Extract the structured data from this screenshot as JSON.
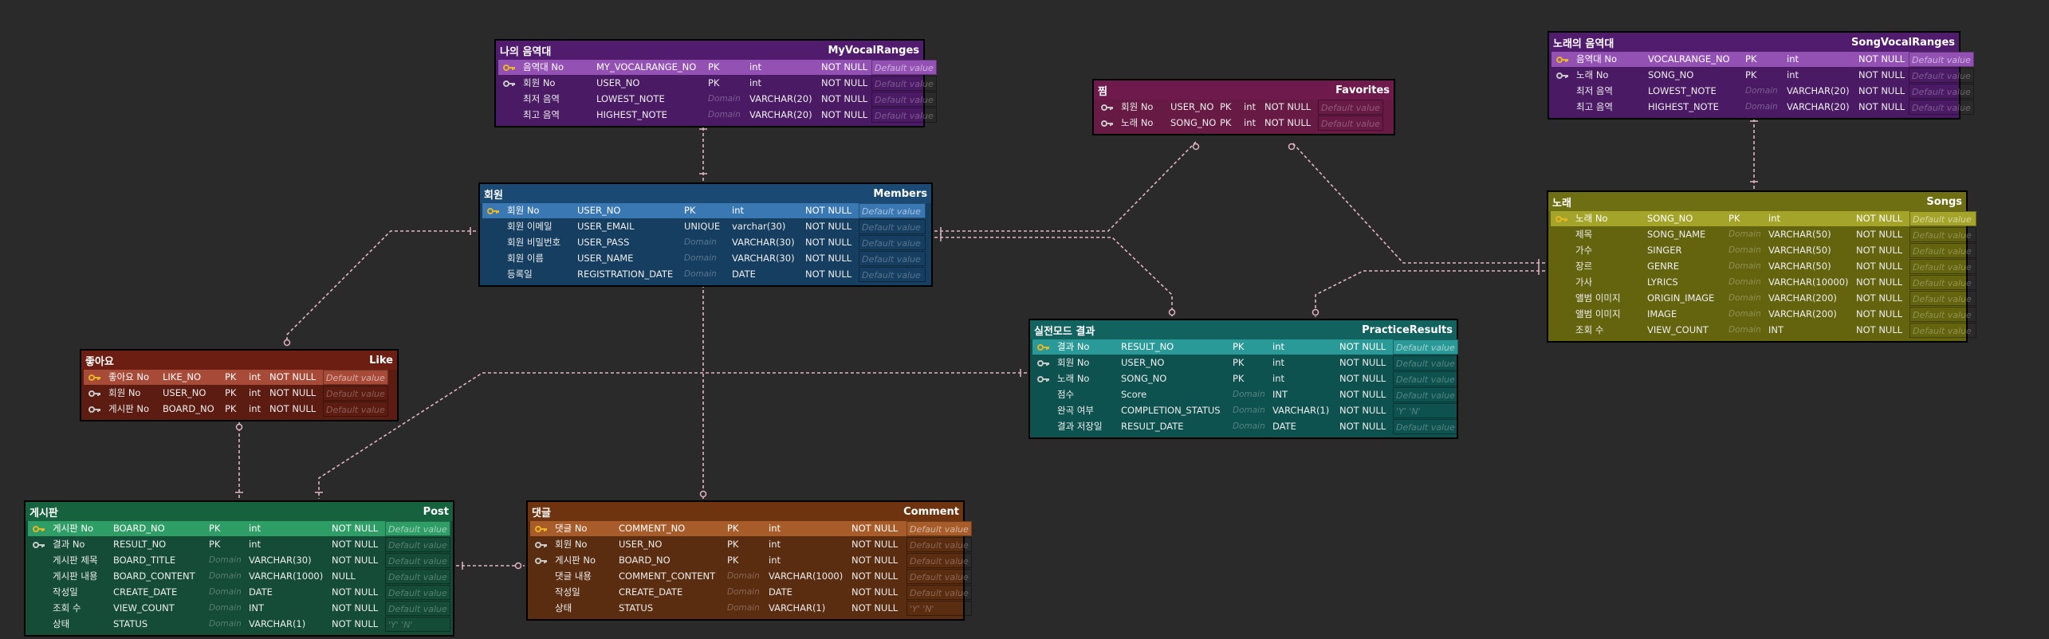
{
  "colors": {
    "purple": {
      "bg": "#4a1a64",
      "header": "#521c6e",
      "pk": "#9451b4",
      "row": "#5a2a72"
    },
    "magenta": {
      "bg": "#661a44",
      "header": "#6e1a4c",
      "pk": "#8e3462",
      "row": "#722a52"
    },
    "blue": {
      "bg": "#163e60",
      "header": "#1a4a74",
      "pk": "#3a78b4",
      "row": "#1e4b70"
    },
    "olive": {
      "bg": "#64640f",
      "header": "#6e6e12",
      "pk": "#a4a42a",
      "row": "#707016"
    },
    "teal": {
      "bg": "#0e5250",
      "header": "#126260",
      "pk": "#2a9a98",
      "row": "#156260"
    },
    "red": {
      "bg": "#5c1c12",
      "header": "#6c1e12",
      "pk": "#a84a38",
      "row": "#682418"
    },
    "green": {
      "bg": "#144c38",
      "header": "#16623e",
      "pk": "#2e9e66",
      "row": "#185a40"
    },
    "brown": {
      "bg": "#5a2c10",
      "header": "#6e3410",
      "pk": "#a85c2a",
      "row": "#6a3a18"
    },
    "link": "#e2b4c4"
  },
  "entities": [
    {
      "id": "myvocal",
      "kor": "나의 음역대",
      "eng": "MyVocalRanges",
      "color": "purple",
      "rows": [
        {
          "key": "pk-key",
          "name": "음역대 No",
          "col": "MY_VOCALRANGE_NO",
          "cons": "PK",
          "type": "int",
          "nn": "NOT NULL",
          "def": "Default value"
        },
        {
          "key": "fk-key",
          "name": "회원 No",
          "col": "USER_NO",
          "cons": "PK",
          "type": "int",
          "nn": "NOT NULL",
          "def": "Default value"
        },
        {
          "key": "",
          "name": "최저 음역",
          "col": "LOWEST_NOTE",
          "cons": "Domain",
          "type": "VARCHAR(20)",
          "nn": "NOT NULL",
          "def": "Default value"
        },
        {
          "key": "",
          "name": "최고 음역",
          "col": "HIGHEST_NOTE",
          "cons": "Domain",
          "type": "VARCHAR(20)",
          "nn": "NOT NULL",
          "def": "Default value"
        }
      ]
    },
    {
      "id": "favorites",
      "kor": "찜",
      "eng": "Favorites",
      "color": "magenta",
      "rows": [
        {
          "key": "fk-key",
          "name": "회원 No",
          "col": "USER_NO",
          "cons": "PK",
          "type": "int",
          "nn": "NOT NULL",
          "def": "Default value"
        },
        {
          "key": "fk-key",
          "name": "노래 No",
          "col": "SONG_NO",
          "cons": "PK",
          "type": "int",
          "nn": "NOT NULL",
          "def": "Default value"
        }
      ]
    },
    {
      "id": "songvocal",
      "kor": "노래의 음역대",
      "eng": "SongVocalRanges",
      "color": "purple",
      "rows": [
        {
          "key": "pk-key",
          "name": "음역대 No",
          "col": "VOCALRANGE_NO",
          "cons": "PK",
          "type": "int",
          "nn": "NOT NULL",
          "def": "Default value"
        },
        {
          "key": "fk-key",
          "name": "노래 No",
          "col": "SONG_NO",
          "cons": "PK",
          "type": "int",
          "nn": "NOT NULL",
          "def": "Default value"
        },
        {
          "key": "",
          "name": "최저 음역",
          "col": "LOWEST_NOTE",
          "cons": "Domain",
          "type": "VARCHAR(20)",
          "nn": "NOT NULL",
          "def": "Default value"
        },
        {
          "key": "",
          "name": "최고 음역",
          "col": "HIGHEST_NOTE",
          "cons": "Domain",
          "type": "VARCHAR(20)",
          "nn": "NOT NULL",
          "def": "Default value"
        }
      ]
    },
    {
      "id": "members",
      "kor": "회원",
      "eng": "Members",
      "color": "blue",
      "rows": [
        {
          "key": "pk-key",
          "name": "회원 No",
          "col": "USER_NO",
          "cons": "PK",
          "type": "int",
          "nn": "NOT NULL",
          "def": "Default value"
        },
        {
          "key": "",
          "name": "회원 이메일",
          "col": "USER_EMAIL",
          "cons": "UNIQUE",
          "type": "varchar(30)",
          "nn": "NOT NULL",
          "def": "Default value"
        },
        {
          "key": "",
          "name": "회원 비밀번호",
          "col": "USER_PASS",
          "cons": "Domain",
          "type": "VARCHAR(30)",
          "nn": "NOT NULL",
          "def": "Default value"
        },
        {
          "key": "",
          "name": "회원 이름",
          "col": "USER_NAME",
          "cons": "Domain",
          "type": "VARCHAR(30)",
          "nn": "NOT NULL",
          "def": "Default value"
        },
        {
          "key": "",
          "name": "등록일",
          "col": "REGISTRATION_DATE",
          "cons": "Domain",
          "type": "DATE",
          "nn": "NOT NULL",
          "def": "Default value"
        }
      ]
    },
    {
      "id": "songs",
      "kor": "노래",
      "eng": "Songs",
      "color": "olive",
      "rows": [
        {
          "key": "pk-key",
          "name": "노래 No",
          "col": "SONG_NO",
          "cons": "PK",
          "type": "int",
          "nn": "NOT NULL",
          "def": "Default value"
        },
        {
          "key": "",
          "name": "제목",
          "col": "SONG_NAME",
          "cons": "Domain",
          "type": "VARCHAR(50)",
          "nn": "NOT NULL",
          "def": "Default value"
        },
        {
          "key": "",
          "name": "가수",
          "col": "SINGER",
          "cons": "Domain",
          "type": "VARCHAR(50)",
          "nn": "NOT NULL",
          "def": "Default value"
        },
        {
          "key": "",
          "name": "장르",
          "col": "GENRE",
          "cons": "Domain",
          "type": "VARCHAR(50)",
          "nn": "NOT NULL",
          "def": "Default value"
        },
        {
          "key": "",
          "name": "가사",
          "col": "LYRICS",
          "cons": "Domain",
          "type": "VARCHAR(10000)",
          "nn": "NOT NULL",
          "def": "Default value"
        },
        {
          "key": "",
          "name": "앨범 이미지",
          "col": "ORIGIN_IMAGE",
          "cons": "Domain",
          "type": "VARCHAR(200)",
          "nn": "NOT NULL",
          "def": "Default value"
        },
        {
          "key": "",
          "name": "앨범 이미지",
          "col": "IMAGE",
          "cons": "Domain",
          "type": "VARCHAR(200)",
          "nn": "NOT NULL",
          "def": "Default value"
        },
        {
          "key": "",
          "name": "조회 수",
          "col": "VIEW_COUNT",
          "cons": "Domain",
          "type": "INT",
          "nn": "NOT NULL",
          "def": "Default value"
        }
      ]
    },
    {
      "id": "practice",
      "kor": "실전모드 결과",
      "eng": "PracticeResults",
      "color": "teal",
      "rows": [
        {
          "key": "pk-key",
          "name": "결과 No",
          "col": "RESULT_NO",
          "cons": "PK",
          "type": "int",
          "nn": "NOT NULL",
          "def": "Default value"
        },
        {
          "key": "fk-key",
          "name": "회원 No",
          "col": "USER_NO",
          "cons": "PK",
          "type": "int",
          "nn": "NOT NULL",
          "def": "Default value"
        },
        {
          "key": "fk-key",
          "name": "노래 No",
          "col": "SONG_NO",
          "cons": "PK",
          "type": "int",
          "nn": "NOT NULL",
          "def": "Default value"
        },
        {
          "key": "",
          "name": "점수",
          "col": "Score",
          "cons": "Domain",
          "type": "INT",
          "nn": "NOT NULL",
          "def": "Default value"
        },
        {
          "key": "",
          "name": "완곡 여부",
          "col": "COMPLETION_STATUS",
          "cons": "Domain",
          "type": "VARCHAR(1)",
          "nn": "NOT NULL",
          "def": "'Y' 'N'"
        },
        {
          "key": "",
          "name": "결과 저장일",
          "col": "RESULT_DATE",
          "cons": "Domain",
          "type": "DATE",
          "nn": "NOT NULL",
          "def": "Default value"
        }
      ]
    },
    {
      "id": "like",
      "kor": "좋아요",
      "eng": "Like",
      "color": "red",
      "rows": [
        {
          "key": "pk-key",
          "name": "좋아요 No",
          "col": "LIKE_NO",
          "cons": "PK",
          "type": "int",
          "nn": "NOT NULL",
          "def": "Default value"
        },
        {
          "key": "fk-key",
          "name": "회원 No",
          "col": "USER_NO",
          "cons": "PK",
          "type": "int",
          "nn": "NOT NULL",
          "def": "Default value"
        },
        {
          "key": "fk-key",
          "name": "게시판 No",
          "col": "BOARD_NO",
          "cons": "PK",
          "type": "int",
          "nn": "NOT NULL",
          "def": "Default value"
        }
      ]
    },
    {
      "id": "post",
      "kor": "게시판",
      "eng": "Post",
      "color": "green",
      "rows": [
        {
          "key": "pk-key",
          "name": "게시판 No",
          "col": "BOARD_NO",
          "cons": "PK",
          "type": "int",
          "nn": "NOT NULL",
          "def": "Default value"
        },
        {
          "key": "fk-key",
          "name": "결과 No",
          "col": "RESULT_NO",
          "cons": "PK",
          "type": "int",
          "nn": "NOT NULL",
          "def": "Default value"
        },
        {
          "key": "",
          "name": "게시판 제목",
          "col": "BOARD_TITLE",
          "cons": "Domain",
          "type": "VARCHAR(30)",
          "nn": "NOT NULL",
          "def": "Default value"
        },
        {
          "key": "",
          "name": "게시판 내용",
          "col": "BOARD_CONTENT",
          "cons": "Domain",
          "type": "VARCHAR(1000)",
          "nn": "NULL",
          "def": "Default value"
        },
        {
          "key": "",
          "name": "작성일",
          "col": "CREATE_DATE",
          "cons": "Domain",
          "type": "DATE",
          "nn": "NOT NULL",
          "def": "Default value"
        },
        {
          "key": "",
          "name": "조회 수",
          "col": "VIEW_COUNT",
          "cons": "Domain",
          "type": "INT",
          "nn": "NOT NULL",
          "def": "Default value"
        },
        {
          "key": "",
          "name": "상태",
          "col": "STATUS",
          "cons": "Domain",
          "type": "VARCHAR(1)",
          "nn": "NOT NULL",
          "def": "'Y' 'N'"
        }
      ]
    },
    {
      "id": "comment",
      "kor": "댓글",
      "eng": "Comment",
      "color": "brown",
      "rows": [
        {
          "key": "pk-key",
          "name": "댓글 No",
          "col": "COMMENT_NO",
          "cons": "PK",
          "type": "int",
          "nn": "NOT NULL",
          "def": "Default value"
        },
        {
          "key": "fk-key",
          "name": "회원 No",
          "col": "USER_NO",
          "cons": "PK",
          "type": "int",
          "nn": "NOT NULL",
          "def": "Default value"
        },
        {
          "key": "fk-key",
          "name": "게시판 No",
          "col": "BOARD_NO",
          "cons": "PK",
          "type": "int",
          "nn": "NOT NULL",
          "def": "Default value"
        },
        {
          "key": "",
          "name": "댓글 내용",
          "col": "COMMENT_CONTENT",
          "cons": "Domain",
          "type": "VARCHAR(1000)",
          "nn": "NOT NULL",
          "def": "Default value"
        },
        {
          "key": "",
          "name": "작성일",
          "col": "CREATE_DATE",
          "cons": "Domain",
          "type": "DATE",
          "nn": "NOT NULL",
          "def": "Default value"
        },
        {
          "key": "",
          "name": "상태",
          "col": "STATUS",
          "cons": "Domain",
          "type": "VARCHAR(1)",
          "nn": "NOT NULL",
          "def": "'Y' 'N'"
        }
      ]
    }
  ]
}
